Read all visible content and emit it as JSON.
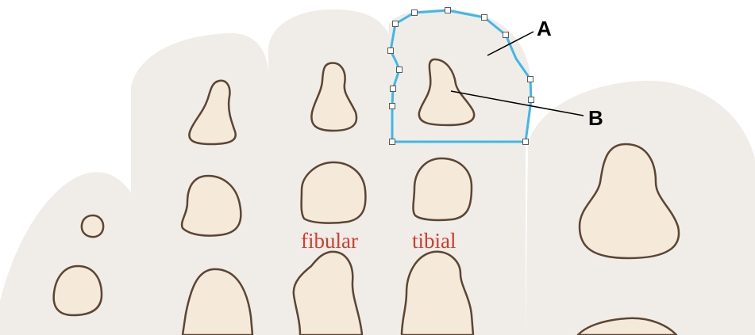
{
  "labels": {
    "a": "A",
    "b": "B",
    "fibular": "fibular",
    "tibial": "tibial"
  },
  "colors": {
    "soft_tissue": "#f0ece7",
    "bone_fill": "#f5e9da",
    "bone_outline": "#5a4632",
    "selection": "#3fb8e8",
    "side_label": "#d63a2a"
  }
}
